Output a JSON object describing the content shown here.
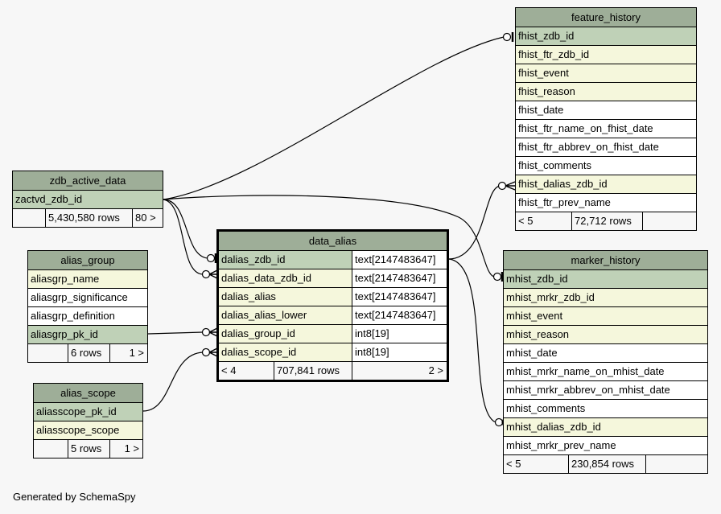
{
  "footer": "Generated by SchemaSpy",
  "colors": {
    "header": "#9eae98",
    "primary_key": "#bfd1b7",
    "foreign_key": "#f5f7dc",
    "plain": "#ffffff",
    "background": "#f7f7f7"
  },
  "tables": {
    "feature_history": {
      "name": "feature_history",
      "columns": [
        {
          "name": "fhist_zdb_id",
          "kind": "pk"
        },
        {
          "name": "fhist_ftr_zdb_id",
          "kind": "fk"
        },
        {
          "name": "fhist_event",
          "kind": "fk"
        },
        {
          "name": "fhist_reason",
          "kind": "fk"
        },
        {
          "name": "fhist_date",
          "kind": "plain"
        },
        {
          "name": "fhist_ftr_name_on_fhist_date",
          "kind": "plain"
        },
        {
          "name": "fhist_ftr_abbrev_on_fhist_date",
          "kind": "plain"
        },
        {
          "name": "fhist_comments",
          "kind": "plain"
        },
        {
          "name": "fhist_dalias_zdb_id",
          "kind": "fk"
        },
        {
          "name": "fhist_ftr_prev_name",
          "kind": "plain"
        }
      ],
      "footer": {
        "parents": "< 5",
        "rows": "72,712 rows",
        "children": ""
      }
    },
    "zdb_active_data": {
      "name": "zdb_active_data",
      "columns": [
        {
          "name": "zactvd_zdb_id",
          "kind": "pk"
        }
      ],
      "footer": {
        "parents": "",
        "rows": "5,430,580 rows",
        "children": "80 >"
      }
    },
    "alias_group": {
      "name": "alias_group",
      "columns": [
        {
          "name": "aliasgrp_name",
          "kind": "fk"
        },
        {
          "name": "aliasgrp_significance",
          "kind": "plain"
        },
        {
          "name": "aliasgrp_definition",
          "kind": "plain"
        },
        {
          "name": "aliasgrp_pk_id",
          "kind": "pk"
        }
      ],
      "footer": {
        "parents": "",
        "rows": "6 rows",
        "children": "1 >"
      }
    },
    "alias_scope": {
      "name": "alias_scope",
      "columns": [
        {
          "name": "aliasscope_pk_id",
          "kind": "pk"
        },
        {
          "name": "aliasscope_scope",
          "kind": "fk"
        }
      ],
      "footer": {
        "parents": "",
        "rows": "5 rows",
        "children": "1 >"
      }
    },
    "data_alias": {
      "name": "data_alias",
      "columns": [
        {
          "name": "dalias_zdb_id",
          "kind": "pk",
          "type": "text[2147483647]"
        },
        {
          "name": "dalias_data_zdb_id",
          "kind": "fk",
          "type": "text[2147483647]"
        },
        {
          "name": "dalias_alias",
          "kind": "fk",
          "type": "text[2147483647]"
        },
        {
          "name": "dalias_alias_lower",
          "kind": "fk",
          "type": "text[2147483647]"
        },
        {
          "name": "dalias_group_id",
          "kind": "fk",
          "type": "int8[19]"
        },
        {
          "name": "dalias_scope_id",
          "kind": "fk",
          "type": "int8[19]"
        }
      ],
      "footer": {
        "parents": "< 4",
        "rows": "707,841 rows",
        "children": "2 >"
      }
    },
    "marker_history": {
      "name": "marker_history",
      "columns": [
        {
          "name": "mhist_zdb_id",
          "kind": "pk"
        },
        {
          "name": "mhist_mrkr_zdb_id",
          "kind": "fk"
        },
        {
          "name": "mhist_event",
          "kind": "fk"
        },
        {
          "name": "mhist_reason",
          "kind": "fk"
        },
        {
          "name": "mhist_date",
          "kind": "plain"
        },
        {
          "name": "mhist_mrkr_name_on_mhist_date",
          "kind": "plain"
        },
        {
          "name": "mhist_mrkr_abbrev_on_mhist_date",
          "kind": "plain"
        },
        {
          "name": "mhist_comments",
          "kind": "plain"
        },
        {
          "name": "mhist_dalias_zdb_id",
          "kind": "fk"
        },
        {
          "name": "mhist_mrkr_prev_name",
          "kind": "plain"
        }
      ],
      "footer": {
        "parents": "< 5",
        "rows": "230,854 rows",
        "children": ""
      }
    }
  },
  "relationships": [
    {
      "from": "zdb_active_data.zactvd_zdb_id",
      "to": "feature_history.fhist_zdb_id",
      "cardinality": "one-to-zero-or-one"
    },
    {
      "from": "zdb_active_data.zactvd_zdb_id",
      "to": "marker_history.mhist_zdb_id",
      "cardinality": "one-to-zero-or-one"
    },
    {
      "from": "zdb_active_data.zactvd_zdb_id",
      "to": "data_alias.dalias_zdb_id",
      "cardinality": "one-to-zero-or-one"
    },
    {
      "from": "zdb_active_data.zactvd_zdb_id",
      "to": "data_alias.dalias_data_zdb_id",
      "cardinality": "one-to-zero-or-many"
    },
    {
      "from": "alias_group.aliasgrp_pk_id",
      "to": "data_alias.dalias_group_id",
      "cardinality": "one-to-zero-or-many"
    },
    {
      "from": "alias_scope.aliasscope_pk_id",
      "to": "data_alias.dalias_scope_id",
      "cardinality": "one-to-zero-or-many"
    },
    {
      "from": "data_alias.dalias_zdb_id",
      "to": "feature_history.fhist_dalias_zdb_id",
      "cardinality": "one-to-zero-or-many"
    },
    {
      "from": "data_alias.dalias_zdb_id",
      "to": "marker_history.mhist_dalias_zdb_id",
      "cardinality": "one-to-zero-or-many"
    }
  ]
}
